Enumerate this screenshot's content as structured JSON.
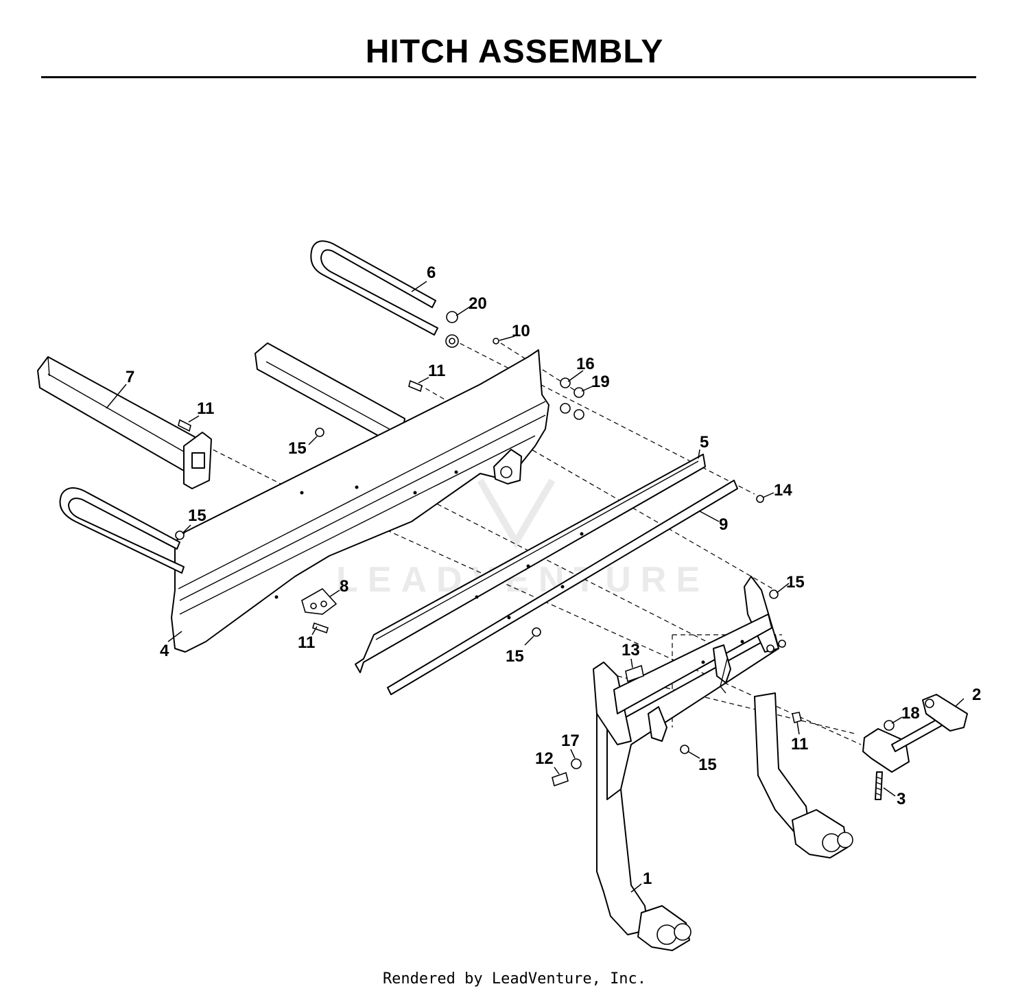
{
  "title": "HITCH ASSEMBLY",
  "watermark": "LEADVENTURE",
  "footer": "Rendered by LeadVenture, Inc.",
  "callouts": [
    "1",
    "2",
    "3",
    "4",
    "5",
    "6",
    "7",
    "8",
    "9",
    "10",
    "11",
    "12",
    "13",
    "14",
    "15",
    "16",
    "17",
    "18",
    "19",
    "20"
  ]
}
